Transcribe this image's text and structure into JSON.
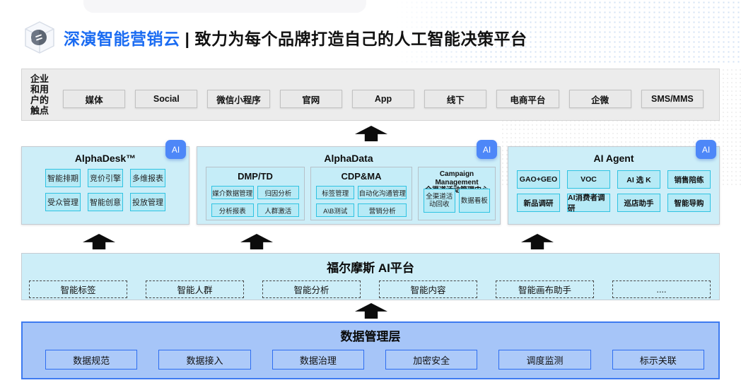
{
  "header": {
    "brand": "深演智能营销云",
    "separator": "|",
    "tagline": "致力为每个品牌打造自己的人工智能决策平台"
  },
  "touchpoints": {
    "label_lines": [
      "企业",
      "和用",
      "户的",
      "触点"
    ],
    "items": [
      "媒体",
      "Social",
      "微信小程序",
      "官网",
      "App",
      "线下",
      "电商平台",
      "企微",
      "SMS/MMS"
    ]
  },
  "panels": {
    "ai_badge_label": "AI",
    "alphadesk": {
      "title": "AlphaDesk™",
      "items": [
        "智能排期",
        "竞价引擎",
        "多维报表",
        "受众管理",
        "智能创意",
        "投放管理"
      ]
    },
    "alphadata": {
      "title": "AlphaData",
      "dmp_td": {
        "title": "DMP/TD",
        "items": [
          "媒介数据管理",
          "归因分析",
          "分析报表",
          "人群激活"
        ]
      },
      "cdp_ma": {
        "title": "CDP&MA",
        "items": [
          "标签管理",
          "自动化沟通管理",
          "A\\B测试",
          "营销分析"
        ]
      },
      "campaign": {
        "title_line1": "Campaign Management",
        "title_line2": "全渠道活动管理中心",
        "items": [
          "全渠道活动回收",
          "数据看板"
        ]
      }
    },
    "ai_agent": {
      "title": "AI Agent",
      "items": [
        "GAO+GEO",
        "VOC",
        "AI 选 K",
        "销售陪练",
        "新品调研",
        "AI消费者调研",
        "巡店助手",
        "智能导购"
      ]
    }
  },
  "holmes": {
    "title": "福尔摩斯 AI平台",
    "items": [
      "智能标签",
      "智能人群",
      "智能分析",
      "智能内容",
      "智能画布助手",
      "...."
    ]
  },
  "data_layer": {
    "title": "数据管理层",
    "items": [
      "数据规范",
      "数据接入",
      "数据治理",
      "加密安全",
      "调度监测",
      "标示关联"
    ]
  },
  "colors": {
    "brand_blue": "#1b6cf2",
    "ai_badge_blue": "#4d87f8",
    "panel_cyan": "#cdeef8",
    "item_cyan": "#b6eaf6",
    "item_cyan_border": "#2fc3e2",
    "data_layer_bg": "#a6c5f8",
    "data_layer_border": "#3d7af0",
    "arrow_black": "#0c0c0c"
  }
}
